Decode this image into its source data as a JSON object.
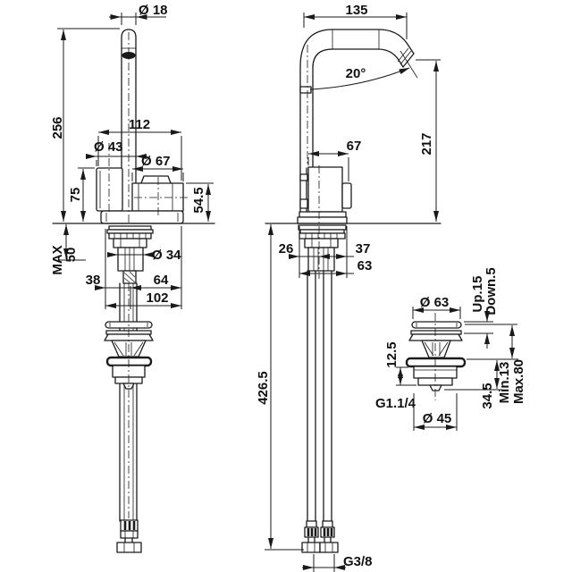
{
  "drawing": {
    "kind": "faucet dimensional technical drawing",
    "side_view": {
      "spout_tip_diameter": "Ø 18",
      "overall_height": "256",
      "body_depth": "112",
      "cartridge_diameter": "Ø 43",
      "body_diameter": "Ø 67",
      "handle_height": "75",
      "spout_body_height": "54.5",
      "max_label": "MAX",
      "max_deck_thickness": "50",
      "shank_diameter": "Ø 34",
      "rear_offset": "38",
      "front_offset": "64",
      "total_offset": "102"
    },
    "front_view": {
      "spout_reach": "135",
      "spout_angle": "20°",
      "body_width": "67",
      "spout_height": "217",
      "left_offset": "26",
      "right_offset": "37",
      "base_width": "63",
      "hose_drop": "426.5",
      "supply_thread": "G3/8"
    },
    "waste_detail": {
      "cap_diameter": "Ø 63",
      "travel_up": "Up.15",
      "travel_down": "Down.5",
      "flange_depth": "12.5",
      "waste_thread": "G1.1/4",
      "body_diameter": "Ø 45",
      "body_height": "34.5",
      "deck_min": "Min.13",
      "deck_max": "Max.80"
    }
  }
}
